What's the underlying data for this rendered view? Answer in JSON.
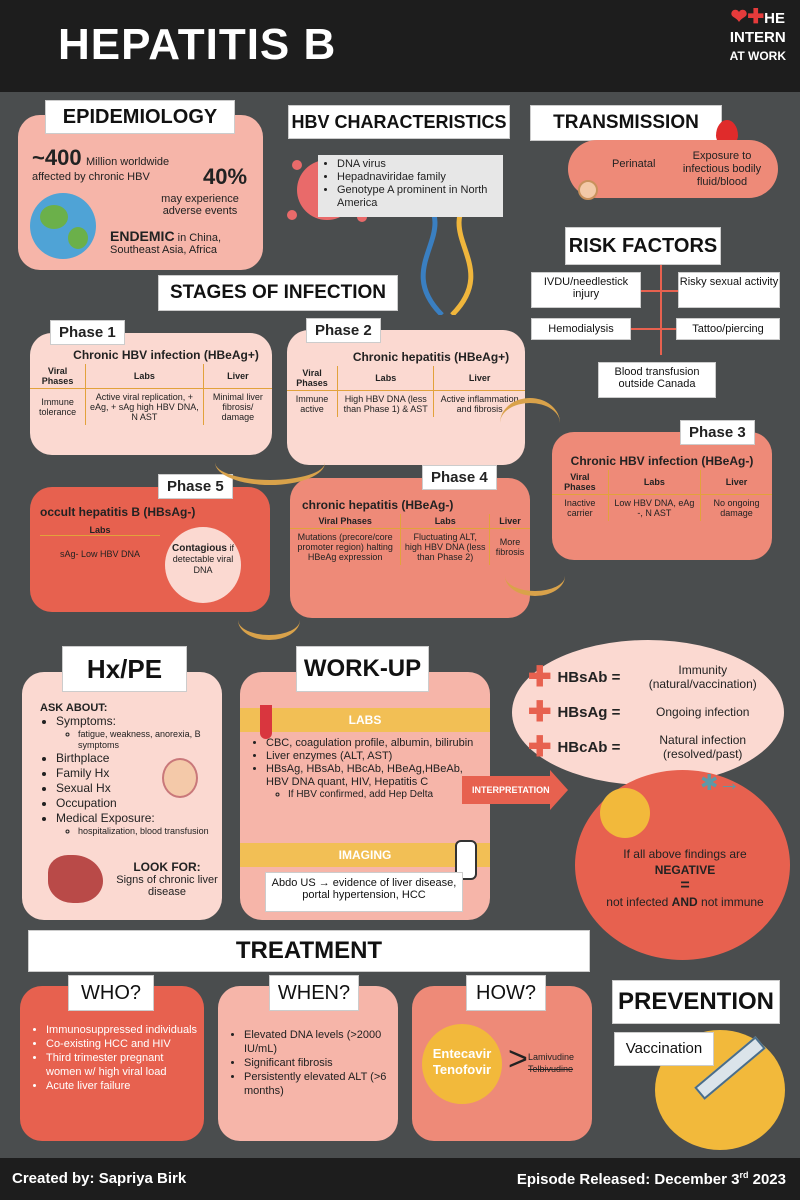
{
  "header": {
    "title": "HEPATITIS B",
    "brand_line1": "HE",
    "brand_line2": "INTERN",
    "brand_line3": "AT WORK"
  },
  "epidemiology": {
    "heading": "EPIDEMIOLOGY",
    "stat1": "~400",
    "stat1_text": "Million worldwide",
    "stat1_sub": "affected by chronic HBV",
    "stat2": "40%",
    "stat2_text": "may experience adverse events",
    "endemic": "ENDEMIC",
    "endemic_text": "in China, Southeast Asia, Africa"
  },
  "characteristics": {
    "heading": "HBV CHARACTERISTICS",
    "items": [
      "DNA virus",
      "Hepadnaviridae family",
      "Genotype A prominent in North America"
    ]
  },
  "transmission": {
    "heading": "TRANSMISSION",
    "item1": "Perinatal",
    "item2": "Exposure to infectious bodily fluid/blood"
  },
  "risk": {
    "heading": "RISK FACTORS",
    "items": [
      "IVDU/needlestick injury",
      "Risky sexual activity",
      "Hemodialysis",
      "Tattoo/piercing",
      "Blood transfusion outside Canada"
    ]
  },
  "stages": {
    "heading": "STAGES OF INFECTION",
    "cols": [
      "Viral Phases",
      "Labs",
      "Liver"
    ],
    "p1": {
      "label": "Phase 1",
      "title": "Chronic HBV infection (HBeAg+)",
      "phase": "Immune tolerance",
      "labs": "Active viral replication, + eAg, + sAg high HBV DNA, N AST",
      "liver": "Minimal liver fibrosis/ damage"
    },
    "p2": {
      "label": "Phase 2",
      "title": "Chronic hepatitis (HBeAg+)",
      "phase": "Immune active",
      "labs": "High HBV DNA (less than Phase 1) & AST",
      "liver": "Active inflammation and fibrosis"
    },
    "p3": {
      "label": "Phase 3",
      "title": "Chronic HBV  infection (HBeAg-)",
      "phase": "Inactive carrier",
      "labs": "Low HBV DNA, eAg -, N AST",
      "liver": "No ongoing damage"
    },
    "p4": {
      "label": "Phase 4",
      "title": "chronic hepatitis (HBeAg-)",
      "phase": "Mutations (precore/core promoter region) halting HBeAg expression",
      "labs": "Fluctuating ALT, high HBV DNA (less than Phase 2)",
      "liver": "More fibrosis"
    },
    "p5": {
      "label": "Phase 5",
      "title": "occult hepatitis B (HBsAg-)",
      "labs_head": "Labs",
      "labs": "sAg- Low HBV DNA",
      "contagious": "Contagious",
      "contagious_text": "if detectable viral DNA"
    }
  },
  "hxpe": {
    "heading": "Hx/PE",
    "ask": "ASK ABOUT:",
    "items": [
      "Symptoms:",
      "Birthplace",
      "Family Hx",
      "Sexual Hx",
      "Occupation",
      "Medical Exposure:"
    ],
    "symptoms_sub": "fatigue, weakness, anorexia, B symptoms",
    "exposure_sub": "hospitalization, blood transfusion",
    "look": "LOOK FOR:",
    "look_text": "Signs of chronic liver disease"
  },
  "workup": {
    "heading": "WORK-UP",
    "labs_label": "LABS",
    "labs": [
      "CBC, coagulation profile, albumin, bilirubin",
      "Liver enzymes (ALT, AST)",
      "HBsAg, HBsAb, HBcAb, HBeAg,HBeAb, HBV DNA quant,  HIV, Hepatitis C"
    ],
    "labs_sub": "If HBV confirmed, add Hep Delta",
    "imaging_label": "IMAGING",
    "imaging": "Abdo US → evidence of liver disease, portal hypertension, HCC",
    "interp": "INTERPRETATION"
  },
  "interp": {
    "r1k": "HBsAb =",
    "r1v": "Immunity (natural/vaccination)",
    "r2k": "HBsAg =",
    "r2v": "Ongoing infection",
    "r3k": "HBcAb =",
    "r3v": "Natural infection (resolved/past)",
    "neg1": "If all above findings are",
    "neg2": "NEGATIVE",
    "neg3": "=",
    "neg4": "not infected",
    "neg5": "AND",
    "neg6": "not immune"
  },
  "treatment": {
    "heading": "TREATMENT",
    "who": "WHO?",
    "who_items": [
      "Immunosuppressed individuals",
      "Co-existing HCC and HIV",
      "Third trimester pregnant women w/ high viral load",
      "Acute liver failure"
    ],
    "when": "WHEN?",
    "when_items": [
      "Elevated DNA levels (>2000 IU/mL)",
      "Significant fibrosis",
      "Persistently elevated ALT (>6 months)"
    ],
    "how": "HOW?",
    "drugs": "Entecavir Tenofovir",
    "lami": "Lamivudine",
    "telb": "Telbivudine"
  },
  "prevention": {
    "heading": "PREVENTION",
    "item": "Vaccination"
  },
  "footer": {
    "left": "Created by: Sapriya Birk",
    "right_a": "Episode Released: December 3",
    "right_sup": "rd",
    "right_b": " 2023"
  }
}
